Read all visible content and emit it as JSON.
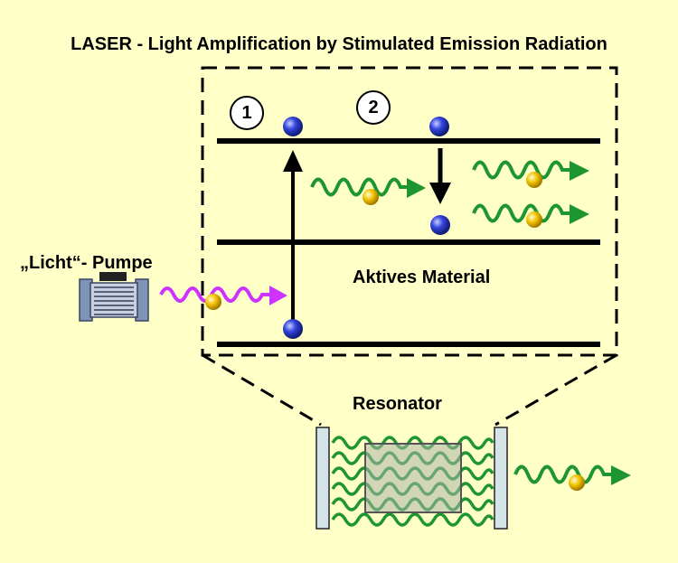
{
  "title": "LASER - Light Amplification by Stimulated Emission Radiation",
  "step_1": "1",
  "step_2": "2",
  "active_material_label": "Aktives Material",
  "pump_label": "„Licht“- Pumpe",
  "resonator_label": "Resonator",
  "colors": {
    "background": "#ffffc8",
    "photon_wave": "#1e9630",
    "pump_wave": "#cc33ff",
    "electron": "#3344dd",
    "photon": "#f2c200",
    "level_line": "#000000",
    "mirror": "#d4e4e8",
    "crystal": "#aab4a8"
  }
}
